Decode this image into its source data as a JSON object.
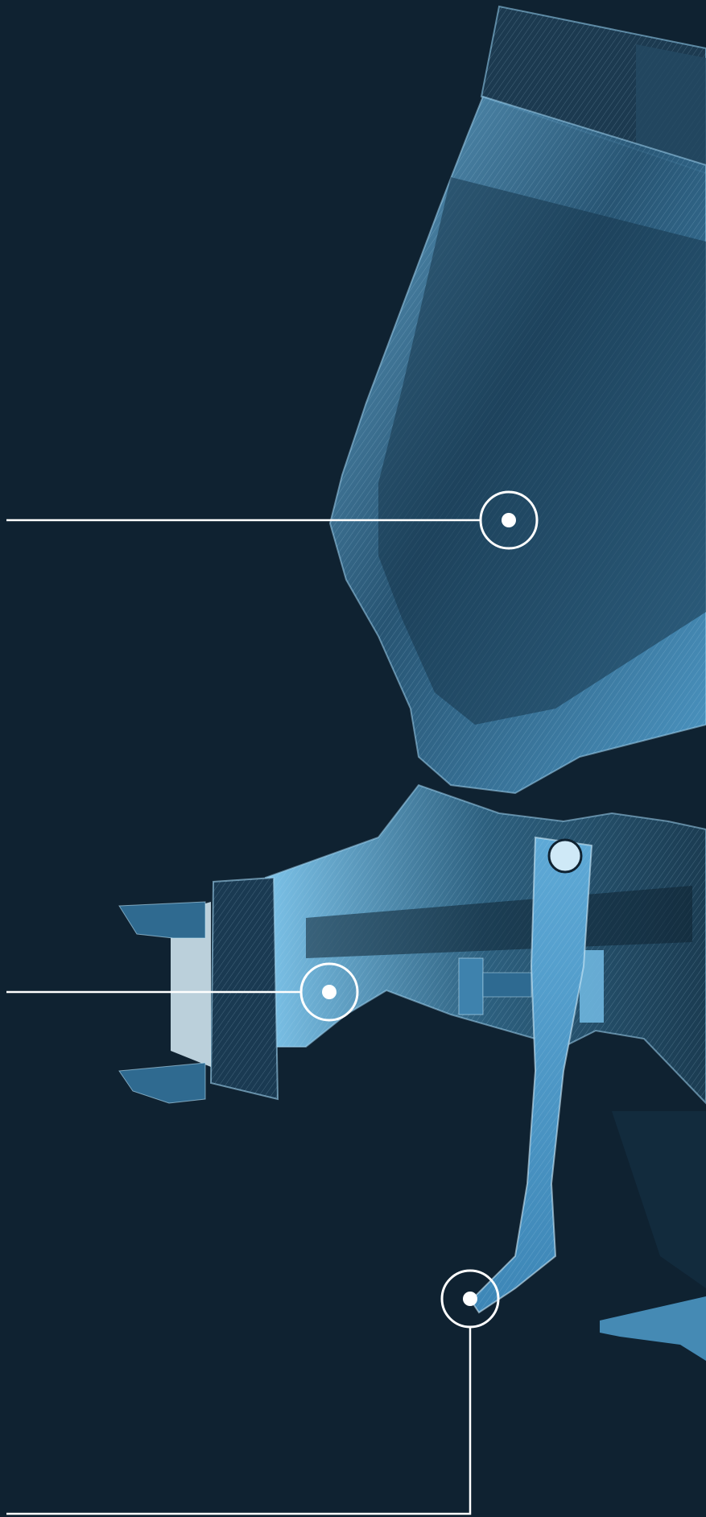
{
  "colors": {
    "background": "#0f2231",
    "sketch_light": "#a9d6ef",
    "sketch_mid": "#4f9ccb",
    "sketch_dark": "#16344a",
    "marker": "#ffffff"
  },
  "illustration": {
    "subject": "spray-gun-sketch-icon"
  },
  "hotspots": [
    {
      "id": "paint-cup",
      "icon": "marker-dot-icon"
    },
    {
      "id": "nozzle",
      "icon": "marker-dot-icon"
    },
    {
      "id": "trigger",
      "icon": "marker-dot-icon"
    }
  ]
}
